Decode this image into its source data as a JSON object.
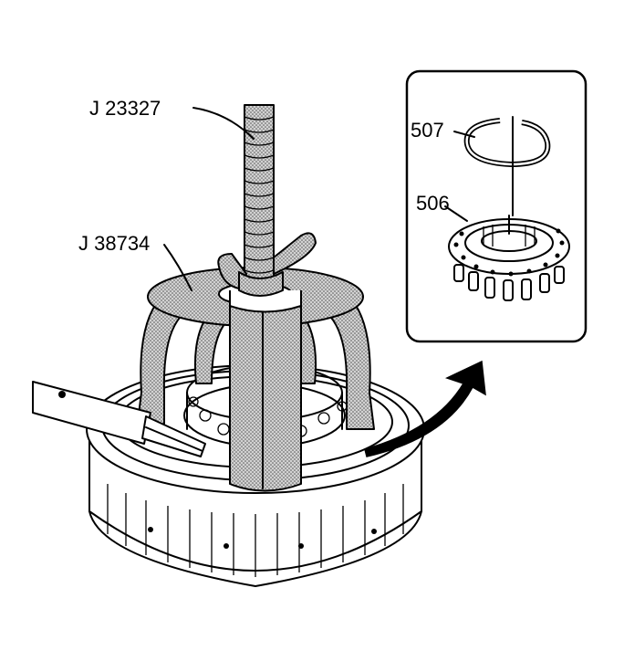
{
  "labels": {
    "tool_compressor_screw": "J 23327",
    "tool_spring_compressor": "J 38734",
    "snap_ring": "507",
    "spring_assembly": "506"
  },
  "icons": {
    "compressor_screw": "threaded-screw-icon",
    "compressor_body": "spring-compressor-icon",
    "housing": "clutch-housing-icon",
    "screwdriver": "screwdriver-icon",
    "detail_arrow": "curved-arrow-icon",
    "snap_ring": "snap-ring-icon",
    "spring_assembly": "spring-retainer-icon"
  },
  "colors": {
    "ink": "#000000",
    "paper": "#ffffff",
    "stipple": "#8a8a8a"
  }
}
